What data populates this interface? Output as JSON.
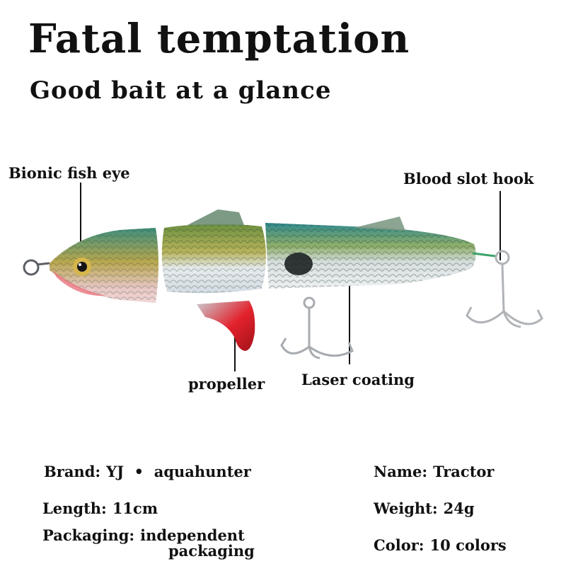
{
  "header": {
    "title": "Fatal temptation",
    "subtitle": "Good bait at a glance"
  },
  "callouts": {
    "eye": "Bionic fish eye",
    "hook": "Blood slot hook",
    "propeller": "propeller",
    "coating": "Laser coating"
  },
  "specs": {
    "brand_label": "Brand:",
    "brand_value": "YJ  •  aquahunter",
    "name_label": "Name:",
    "name_value": "Tractor",
    "length_label": "Length:",
    "length_value": "11cm",
    "weight_label": "Weight:",
    "weight_value": "24g",
    "packaging_label": "Packaging:",
    "packaging_value_line1": "independent",
    "packaging_value_line2": "packaging",
    "color_label": "Color:",
    "color_value": "10 colors"
  },
  "colors": {
    "text": "#111111",
    "lure_back": "#3f8f8c",
    "lure_belly": "#e6e8ea",
    "lure_gold": "#c8b25a",
    "propeller_red": "#d81e2a",
    "hook_silver": "#b9bcc0"
  }
}
